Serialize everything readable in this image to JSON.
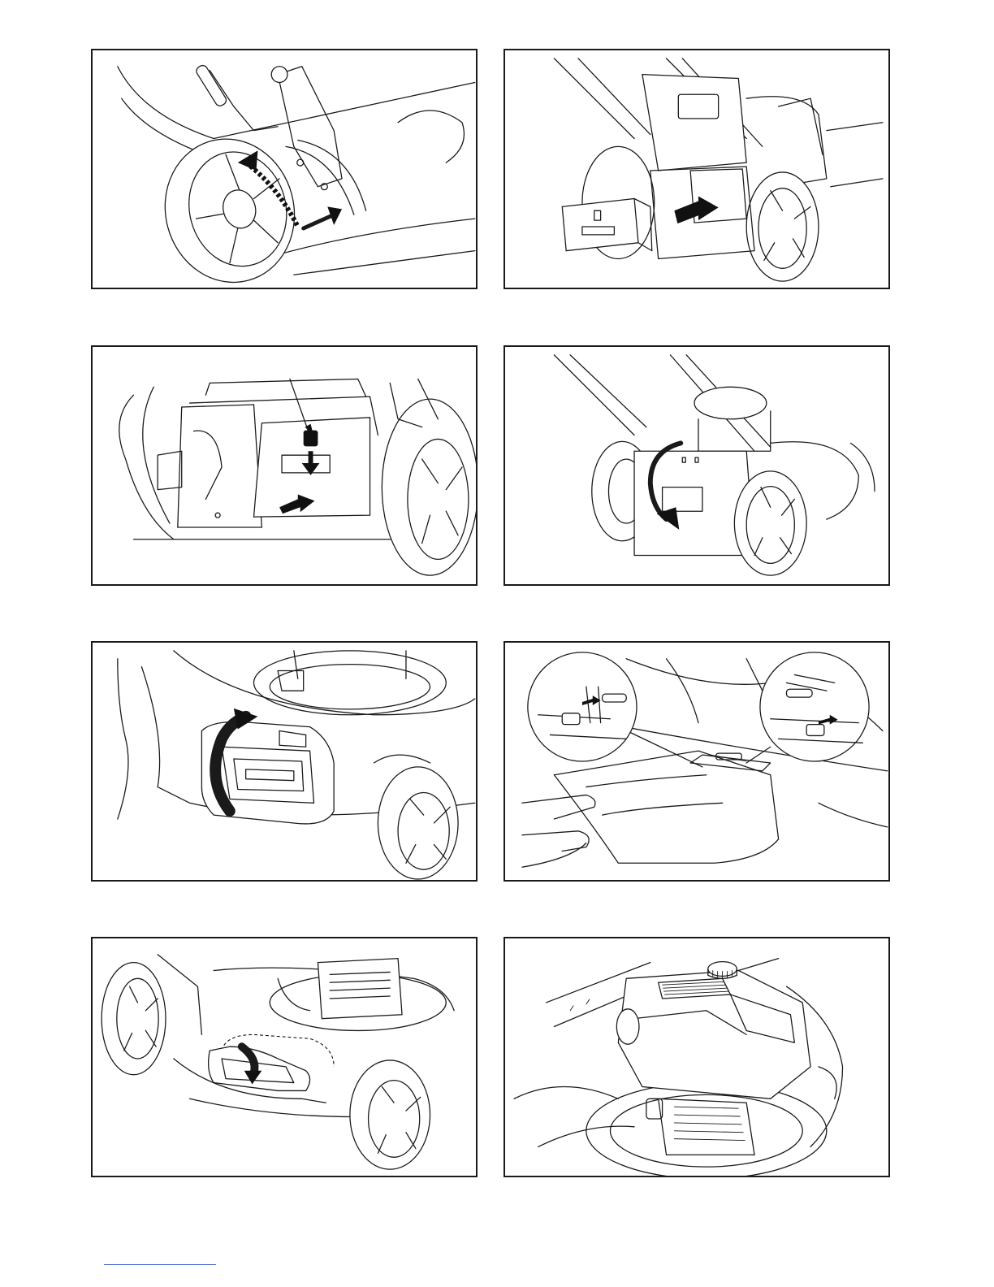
{
  "page": {
    "figures": [
      {
        "id": "f1",
        "name": "cutting-height-lever-figure"
      },
      {
        "id": "f2",
        "name": "insert-mulching-plug-figure"
      },
      {
        "id": "f3",
        "name": "mulching-plug-latch-figure"
      },
      {
        "id": "f4",
        "name": "rear-flap-figure"
      },
      {
        "id": "f5",
        "name": "side-discharge-cover-figure"
      },
      {
        "id": "f6",
        "name": "side-discharge-chute-install-figure"
      },
      {
        "id": "f7",
        "name": "side-discharge-close-figure"
      },
      {
        "id": "f8",
        "name": "engine-oil-cap-figure"
      }
    ]
  }
}
